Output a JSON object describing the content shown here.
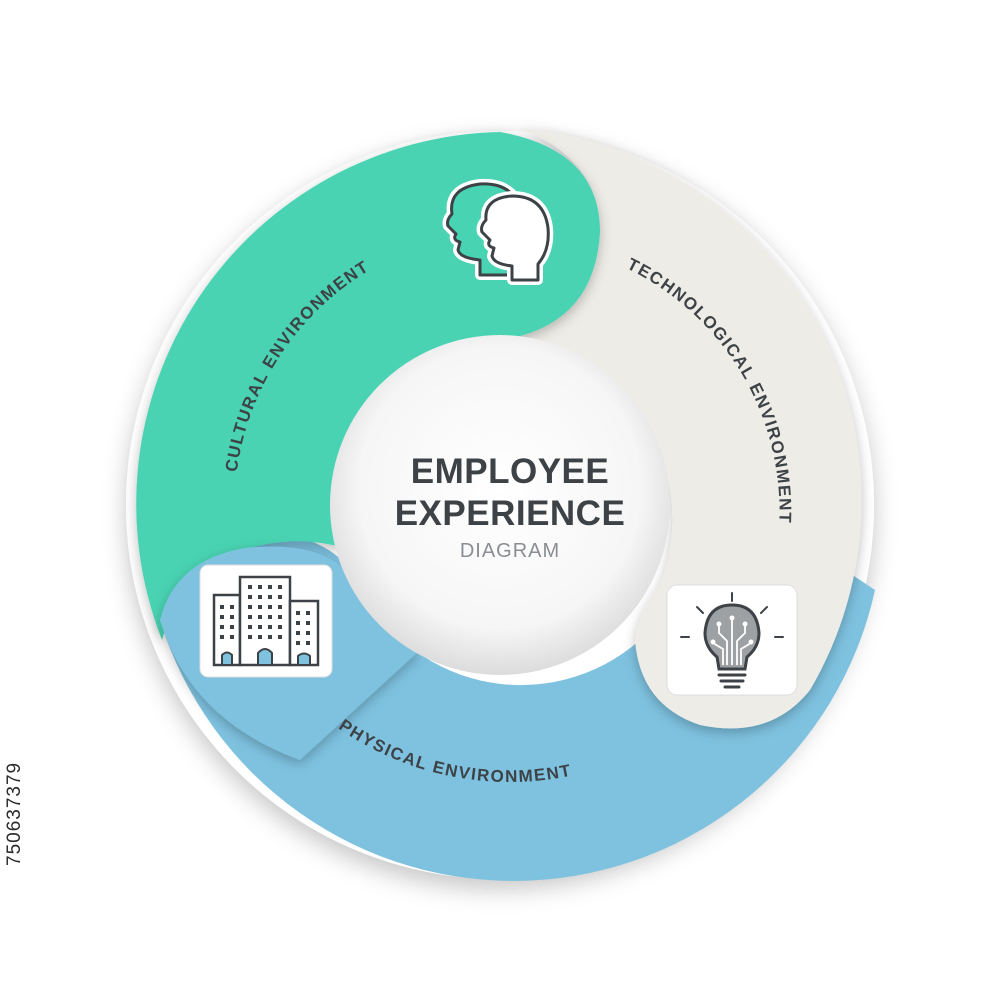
{
  "center": {
    "title_line1": "EMPLOYEE",
    "title_line2": "EXPERIENCE",
    "subtitle": "DIAGRAM"
  },
  "segments": [
    {
      "label": "CULTURAL ENVIRONMENT",
      "icon": "head-profile-icon",
      "color": "#48d3b2"
    },
    {
      "label": "TECHNOLOGICAL ENVIRONMENT",
      "icon": "lightbulb-circuit-icon",
      "color": "#eeece6"
    },
    {
      "label": "PHYSICAL ENVIRONMENT",
      "icon": "office-buildings-icon",
      "color": "#7ec2e0"
    }
  ],
  "colors": {
    "text": "#3d4247",
    "subtitle": "#8a8e92",
    "inner_circle": "#f7f7f7",
    "icon_stroke": "#3d4247"
  },
  "stock_id": "750637379"
}
